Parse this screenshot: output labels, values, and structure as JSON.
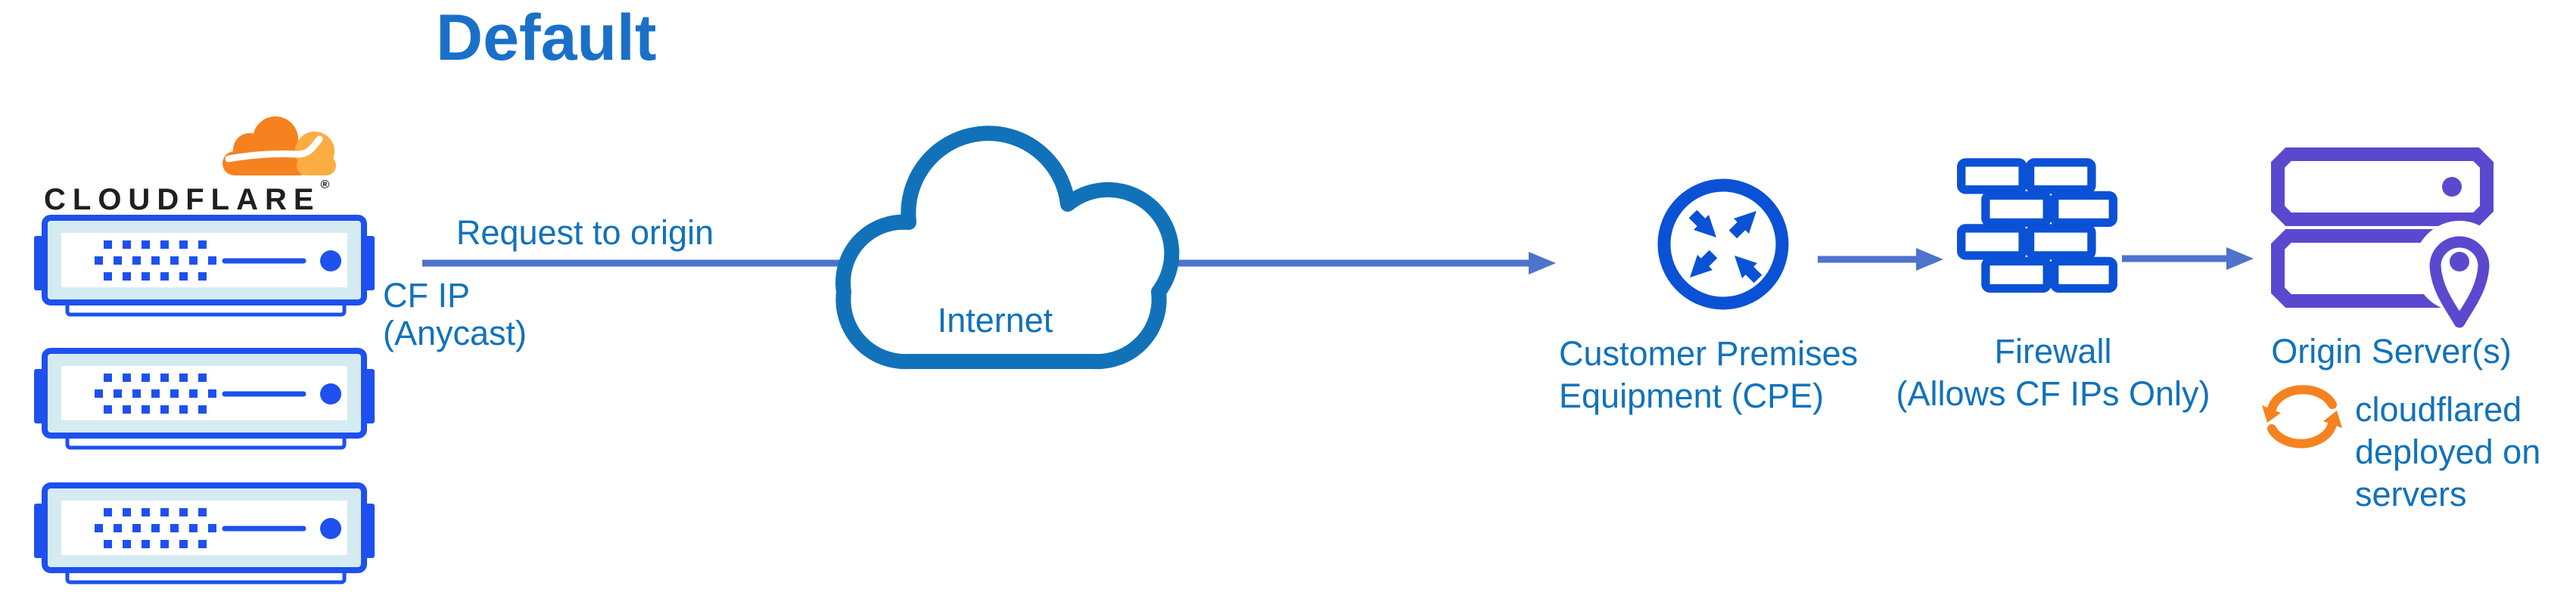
{
  "diagram_title": "Default",
  "cloudflare": {
    "wordmark": "CLOUDFLARE",
    "registered_mark": "®"
  },
  "flow_labels": {
    "request": "Request to origin",
    "cf_ip_lines": [
      "CF IP",
      "(Anycast)"
    ]
  },
  "nodes": {
    "internet": {
      "label": "Internet"
    },
    "cpe": {
      "label_lines": [
        "Customer Premises",
        "Equipment (CPE)"
      ]
    },
    "firewall": {
      "label_lines": [
        "Firewall",
        "(Allows CF IPs Only)"
      ]
    },
    "origin": {
      "label": "Origin Server(s)"
    },
    "cloudflared_note_lines": [
      "cloudflared",
      "deployed on",
      "servers"
    ]
  },
  "colors": {
    "title_blue": "#1a70c8",
    "label_blue": "#1172ba",
    "icon_blue": "#0b51d6",
    "server_blue": "#1d50ee",
    "server_panel_fill": "#d5ebf2",
    "arrow_blue": "#4d73cb",
    "origin_purple": "#5a49cf",
    "cloudflare_orange": "#f6821f",
    "cloudflare_orange_light": "#fbad41",
    "wordmark_black": "#1f1f1f"
  }
}
